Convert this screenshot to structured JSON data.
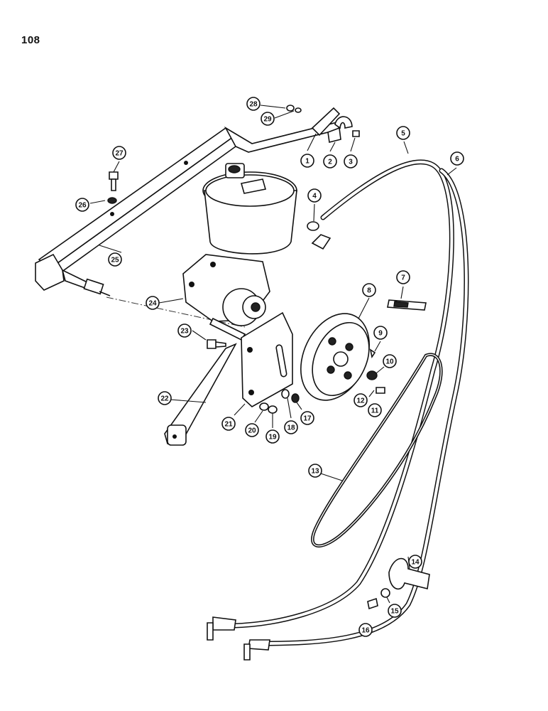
{
  "page": {
    "number": "108"
  },
  "callouts": [
    "1",
    "2",
    "3",
    "4",
    "5",
    "6",
    "7",
    "8",
    "9",
    "10",
    "11",
    "12",
    "13",
    "14",
    "15",
    "16",
    "17",
    "18",
    "19",
    "20",
    "21",
    "22",
    "23",
    "24",
    "25",
    "26",
    "27",
    "28",
    "29"
  ]
}
